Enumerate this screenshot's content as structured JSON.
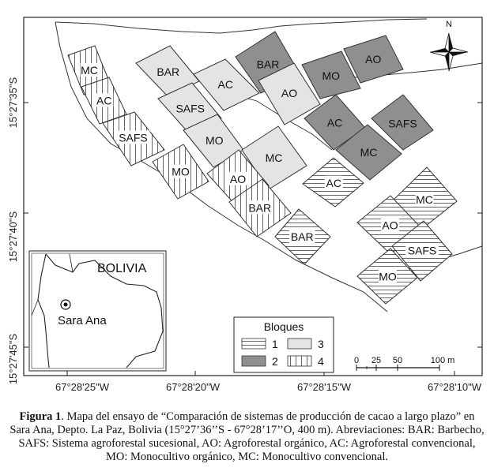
{
  "map": {
    "lat_labels": [
      "15°27'35\"S",
      "15°27'40\"S",
      "15°27'45\"S"
    ],
    "lon_labels": [
      "67°28'25\"W",
      "67°28'20\"W",
      "67°28'15\"W",
      "67°28'10\"W"
    ],
    "north_label": "N",
    "plots": [
      {
        "id": "p1",
        "label": "MC",
        "type": 4
      },
      {
        "id": "p2",
        "label": "AC",
        "type": 4
      },
      {
        "id": "p3",
        "label": "SAFS",
        "type": 4
      },
      {
        "id": "p4",
        "label": "BAR",
        "type": 3
      },
      {
        "id": "p5",
        "label": "AC",
        "type": 3
      },
      {
        "id": "p6",
        "label": "SAFS",
        "type": 3
      },
      {
        "id": "p7",
        "label": "MO",
        "type": 3
      },
      {
        "id": "p8",
        "label": "BAR",
        "type": 2
      },
      {
        "id": "p9",
        "label": "AO",
        "type": 3
      },
      {
        "id": "p10",
        "label": "MC",
        "type": 3
      },
      {
        "id": "p11",
        "label": "MO",
        "type": 4
      },
      {
        "id": "p12",
        "label": "AO",
        "type": 4
      },
      {
        "id": "p13",
        "label": "BAR",
        "type": 4
      },
      {
        "id": "p14",
        "label": "MO",
        "type": 2
      },
      {
        "id": "p15",
        "label": "AO",
        "type": 2
      },
      {
        "id": "p16",
        "label": "AC",
        "type": 2
      },
      {
        "id": "p17",
        "label": "SAFS",
        "type": 2
      },
      {
        "id": "p18",
        "label": "MC",
        "type": 2
      },
      {
        "id": "p19",
        "label": "AC",
        "type": 1
      },
      {
        "id": "p20",
        "label": "BAR",
        "type": 1
      },
      {
        "id": "p21",
        "label": "MC",
        "type": 1
      },
      {
        "id": "p22",
        "label": "AO",
        "type": 1
      },
      {
        "id": "p23",
        "label": "SAFS",
        "type": 1
      },
      {
        "id": "p24",
        "label": "MO",
        "type": 1
      }
    ],
    "inset": {
      "country": "BOLIVIA",
      "site": "Sara Ana"
    },
    "legend": {
      "title": "Bloques",
      "items": [
        "1",
        "2",
        "3",
        "4"
      ]
    },
    "scale": {
      "ticks": [
        "0",
        "25",
        "50",
        "100 m"
      ]
    }
  },
  "caption": {
    "fig_label": "Figura 1",
    "text": ". Mapa del ensayo de “Comparación de sistemas de producción de cacao a largo plazo” en Sara Ana, Depto. La Paz, Bolivia (15°27’36’’S - 67°28’17’’O, 400 m). Abreviaciones: BAR: Barbecho, SAFS: Sistema agroforestal sucesional, AO: Agroforestal orgánico, AC: Agroforestal convencional, MO: Monocultivo orgánico, MC: Monocultivo convencional."
  },
  "colors": {
    "block1_fill": "#ffffff",
    "block2_fill": "#8f8f8f",
    "block3_fill": "#e4e4e4",
    "block4_fill": "#ffffff",
    "stroke": "#333333"
  }
}
